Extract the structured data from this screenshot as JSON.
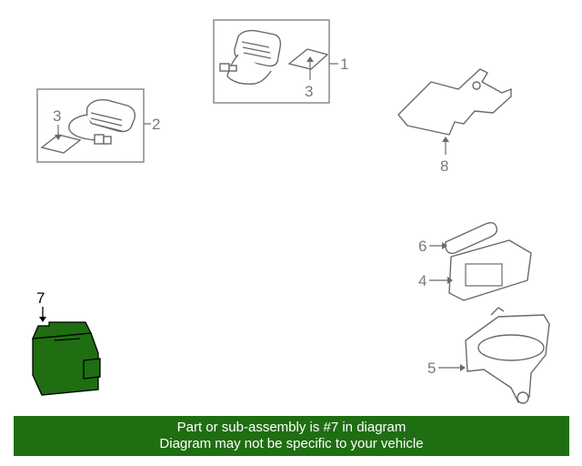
{
  "callouts": {
    "part1": "1",
    "part2": "2",
    "part3_upper": "3",
    "part3_lower": "3",
    "part4": "4",
    "part5": "5",
    "part6": "6",
    "part7": "7",
    "part8": "8"
  },
  "banner": {
    "line1": "Part or sub-assembly is #7 in diagram",
    "line2": "Diagram may not be specific to your vehicle"
  },
  "colors": {
    "highlight": "#1f6e12",
    "line": "#8a8a8a",
    "banner_bg": "#1f6e12",
    "banner_text": "#ffffff"
  }
}
